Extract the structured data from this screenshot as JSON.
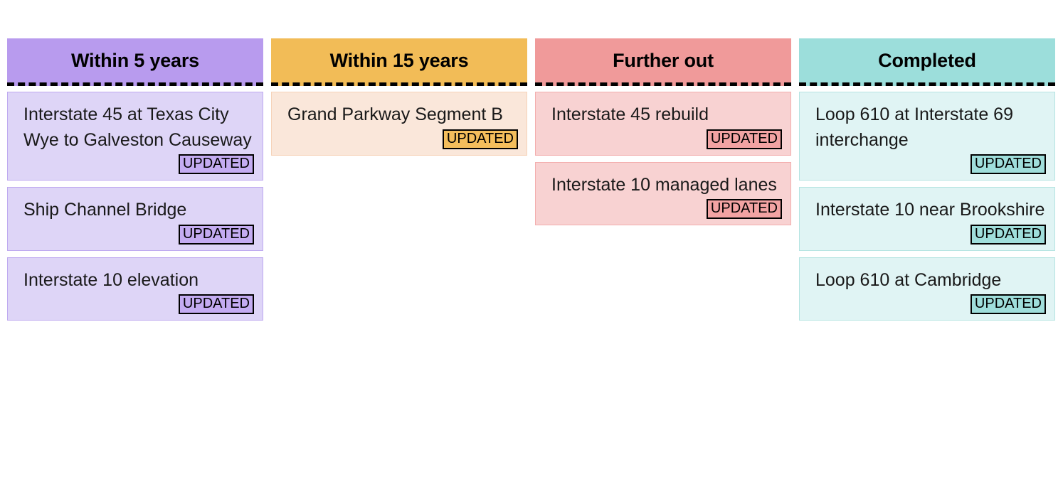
{
  "board": {
    "columns": [
      {
        "id": "within-5-years",
        "title": "Within 5 years",
        "theme": "purple",
        "header_color": "#B89BEE",
        "card_color": "#DED5F7",
        "cards": [
          {
            "title": "Interstate 45 at Texas City Wye to Galveston Causeway",
            "badge": "UPDATED"
          },
          {
            "title": "Ship Channel Bridge",
            "badge": "UPDATED"
          },
          {
            "title": "Interstate 10 elevation",
            "badge": "UPDATED"
          }
        ]
      },
      {
        "id": "within-15-years",
        "title": "Within 15 years",
        "theme": "orange",
        "header_color": "#F2BC57",
        "card_color": "#FAE7DA",
        "cards": [
          {
            "title": "Grand Parkway Segment B",
            "badge": "UPDATED"
          }
        ]
      },
      {
        "id": "further-out",
        "title": "Further out",
        "theme": "red",
        "header_color": "#F09A9A",
        "card_color": "#F8D2D2",
        "cards": [
          {
            "title": "Interstate 45 rebuild",
            "badge": "UPDATED"
          },
          {
            "title": "Interstate 10 managed lanes",
            "badge": "UPDATED"
          }
        ]
      },
      {
        "id": "completed",
        "title": "Completed",
        "theme": "teal",
        "header_color": "#9CDEDB",
        "card_color": "#E0F4F4",
        "cards": [
          {
            "title": "Loop 610 at Interstate 69 interchange",
            "badge": "UPDATED"
          },
          {
            "title": "Interstate 10 near Brookshire",
            "badge": "UPDATED"
          },
          {
            "title": "Loop 610 at Cambridge",
            "badge": "UPDATED"
          }
        ]
      }
    ]
  }
}
